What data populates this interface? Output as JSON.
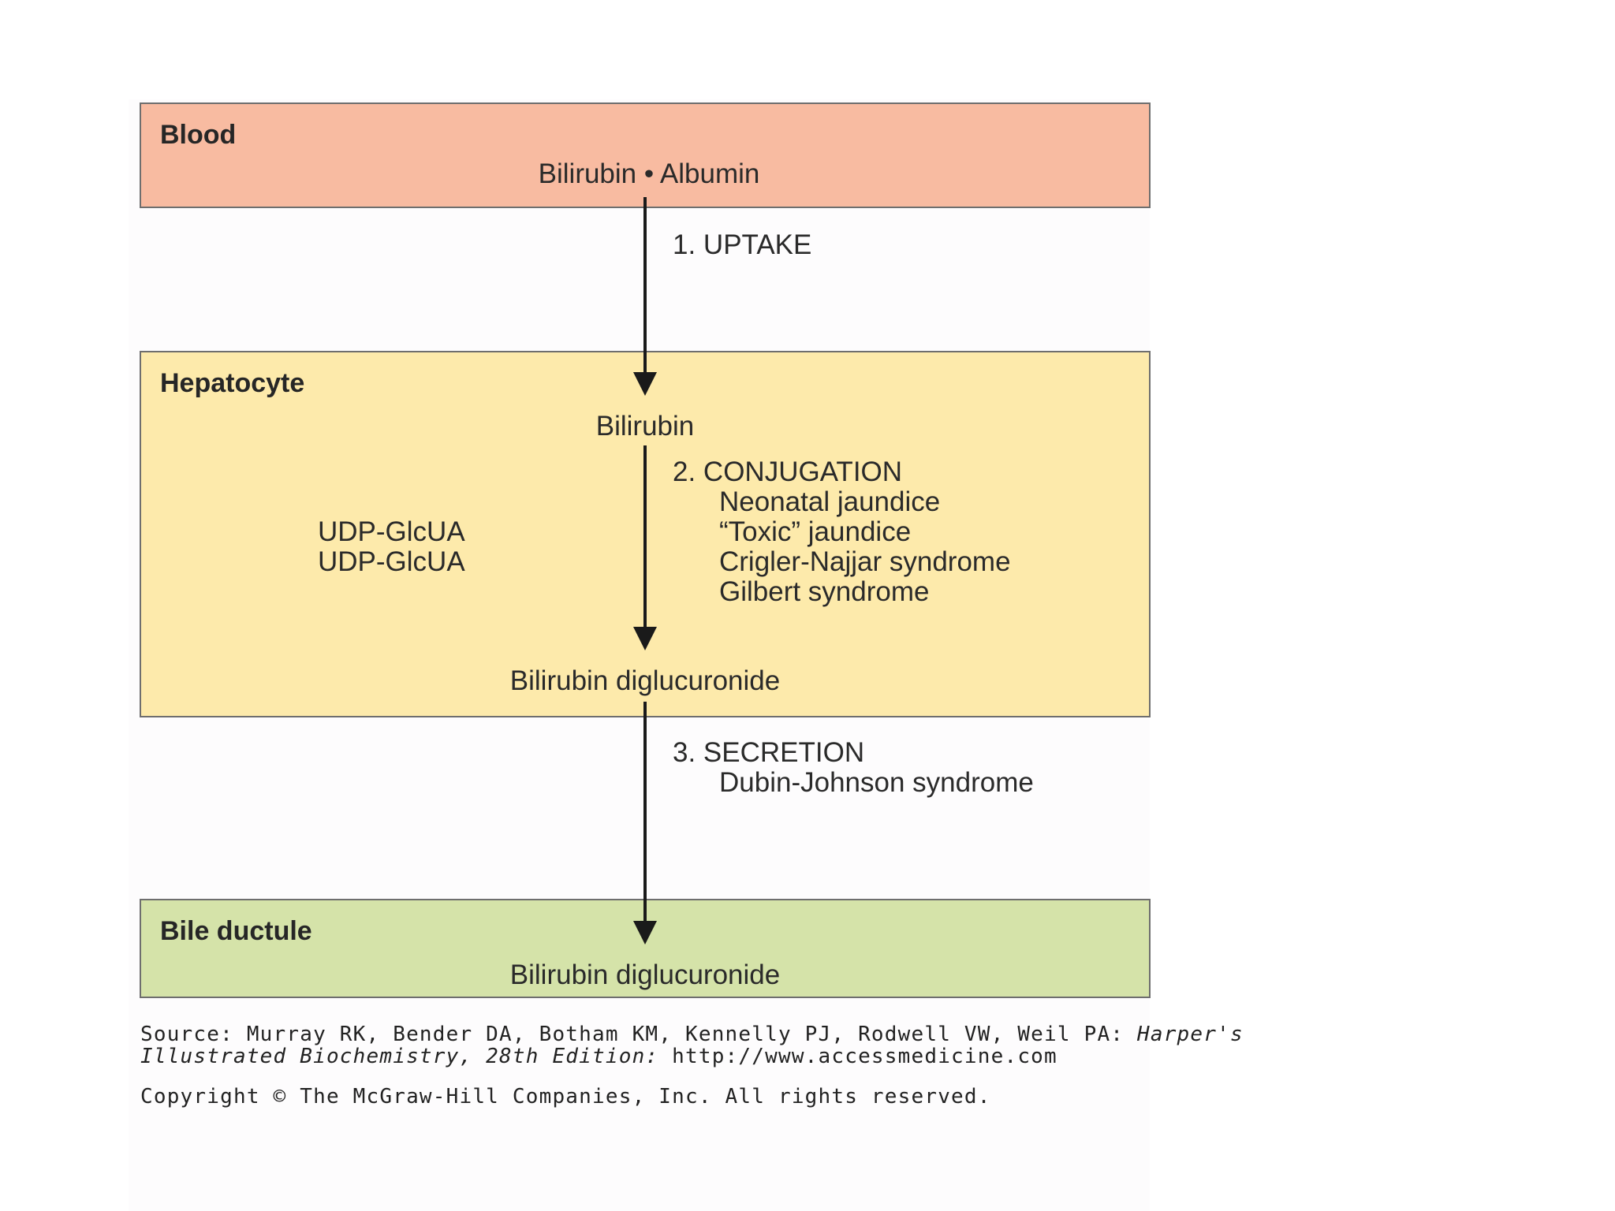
{
  "colors": {
    "blood_fill": "#f8bba1",
    "hepatocyte_fill": "#fdeaab",
    "bile_fill": "#d5e3a9",
    "border": "#6e6e6e",
    "arrow": "#1a1a1a"
  },
  "blood": {
    "title": "Blood",
    "content": "Bilirubin • Albumin"
  },
  "step1": {
    "label": "1.  UPTAKE"
  },
  "hepatocyte": {
    "title": "Hepatocyte",
    "bilirubin": "Bilirubin",
    "cofactors": [
      "UDP-GlcUA",
      "UDP-GlcUA"
    ],
    "product": "Bilirubin diglucuronide"
  },
  "step2": {
    "label": "2.  CONJUGATION",
    "conditions": [
      "Neonatal jaundice",
      "“Toxic” jaundice",
      "Crigler-Najjar syndrome",
      "Gilbert syndrome"
    ]
  },
  "step3": {
    "label": "3.  SECRETION",
    "conditions": [
      "Dubin-Johnson syndrome"
    ]
  },
  "bile": {
    "title": "Bile ductule",
    "content": "Bilirubin diglucuronide"
  },
  "source": {
    "prefix": "Source: Murray RK, Bender DA, Botham KM, Kennelly PJ, Rodwell VW, Weil PA: ",
    "book_line1": "Harper's",
    "book_line2": "Illustrated Biochemistry, 28th Edition:",
    "url": " http://www.accessmedicine.com",
    "copyright": "Copyright © The McGraw-Hill Companies, Inc. All rights reserved."
  }
}
